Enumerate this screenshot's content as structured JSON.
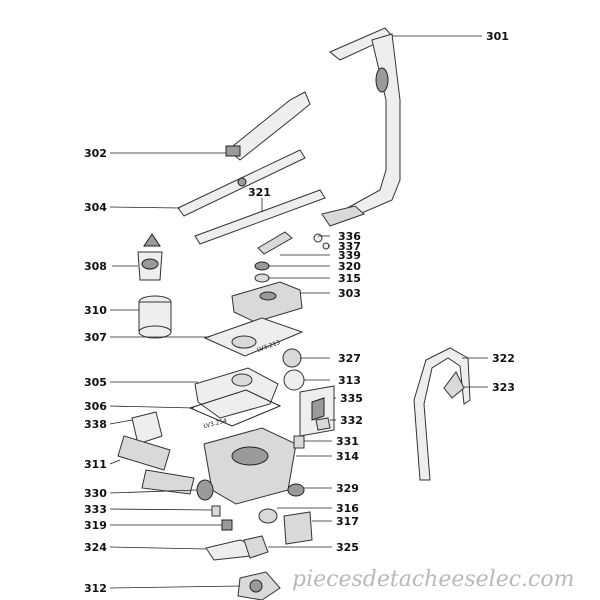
{
  "callouts": [
    {
      "num": "301"
    },
    {
      "num": "302"
    },
    {
      "num": "304"
    },
    {
      "num": "321"
    },
    {
      "num": "336"
    },
    {
      "num": "337"
    },
    {
      "num": "339"
    },
    {
      "num": "308"
    },
    {
      "num": "320"
    },
    {
      "num": "315"
    },
    {
      "num": "303"
    },
    {
      "num": "310"
    },
    {
      "num": "307"
    },
    {
      "num": "327"
    },
    {
      "num": "322"
    },
    {
      "num": "313"
    },
    {
      "num": "305"
    },
    {
      "num": "323"
    },
    {
      "num": "335"
    },
    {
      "num": "306"
    },
    {
      "num": "338"
    },
    {
      "num": "332"
    },
    {
      "num": "331"
    },
    {
      "num": "311"
    },
    {
      "num": "314"
    },
    {
      "num": "330"
    },
    {
      "num": "329"
    },
    {
      "num": "333"
    },
    {
      "num": "316"
    },
    {
      "num": "319"
    },
    {
      "num": "317"
    },
    {
      "num": "324"
    },
    {
      "num": "325"
    },
    {
      "num": "312"
    }
  ],
  "part_markings": {
    "filter_plate": "LV3.213",
    "sump_cover": "LV3.254"
  },
  "watermark": "piecesdetacheeselec.com"
}
